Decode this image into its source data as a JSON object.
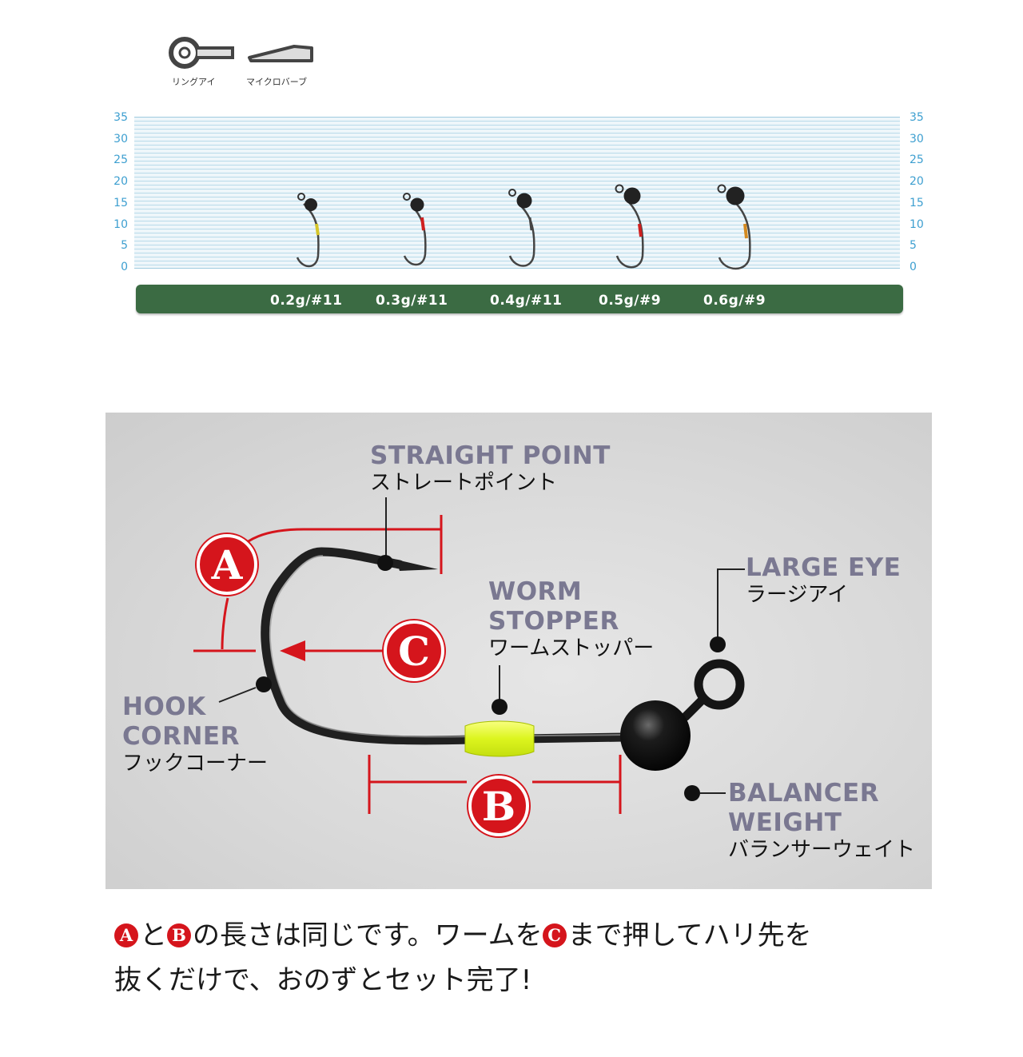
{
  "legend": {
    "ring_eye": {
      "icon": "ring-eye-icon",
      "label": "リングアイ"
    },
    "micro_barb": {
      "icon": "micro-barb-icon",
      "label": "マイクロバーブ"
    }
  },
  "size_chart": {
    "y_ticks": [
      "35",
      "30",
      "25",
      "20",
      "15",
      "10",
      "5",
      "0"
    ],
    "sizes": [
      {
        "label": "0.2g/#11",
        "weight_g": 0.2,
        "hook": "#11"
      },
      {
        "label": "0.3g/#11",
        "weight_g": 0.3,
        "hook": "#11"
      },
      {
        "label": "0.4g/#11",
        "weight_g": 0.4,
        "hook": "#11"
      },
      {
        "label": "0.5g/#9",
        "weight_g": 0.5,
        "hook": "#9"
      },
      {
        "label": "0.6g/#9",
        "weight_g": 0.6,
        "hook": "#9"
      }
    ]
  },
  "diagram": {
    "parts": {
      "straight_point": {
        "en": "STRAIGHT POINT",
        "jp": "ストレートポイント"
      },
      "large_eye": {
        "en": "LARGE EYE",
        "jp": "ラージアイ"
      },
      "worm_stopper": {
        "en_line1": "WORM",
        "en_line2": "STOPPER",
        "jp": "ワームストッパー"
      },
      "hook_corner": {
        "en_line1": "HOOK",
        "en_line2": "CORNER",
        "jp": "フックコーナー"
      },
      "balancer_weight": {
        "en_line1": "BALANCER",
        "en_line2": "WEIGHT",
        "jp": "バランサーウェイト"
      }
    },
    "markers": {
      "a": "A",
      "b": "B",
      "c": "C"
    }
  },
  "caption": {
    "badge_a": "A",
    "t1": "と",
    "badge_b": "B",
    "t2": "の長さは同じです。ワームを",
    "badge_c": "C",
    "t3": "まで押してハリ先を",
    "t4": "抜くだけで、おのずとセット完了!"
  },
  "colors": {
    "accent_red": "#d5151c",
    "chart_blue": "#3d9fd0",
    "size_bar_green": "#3b6b43",
    "label_gray": "#7a7891",
    "stopper_yellow": "#e8ff3a"
  }
}
